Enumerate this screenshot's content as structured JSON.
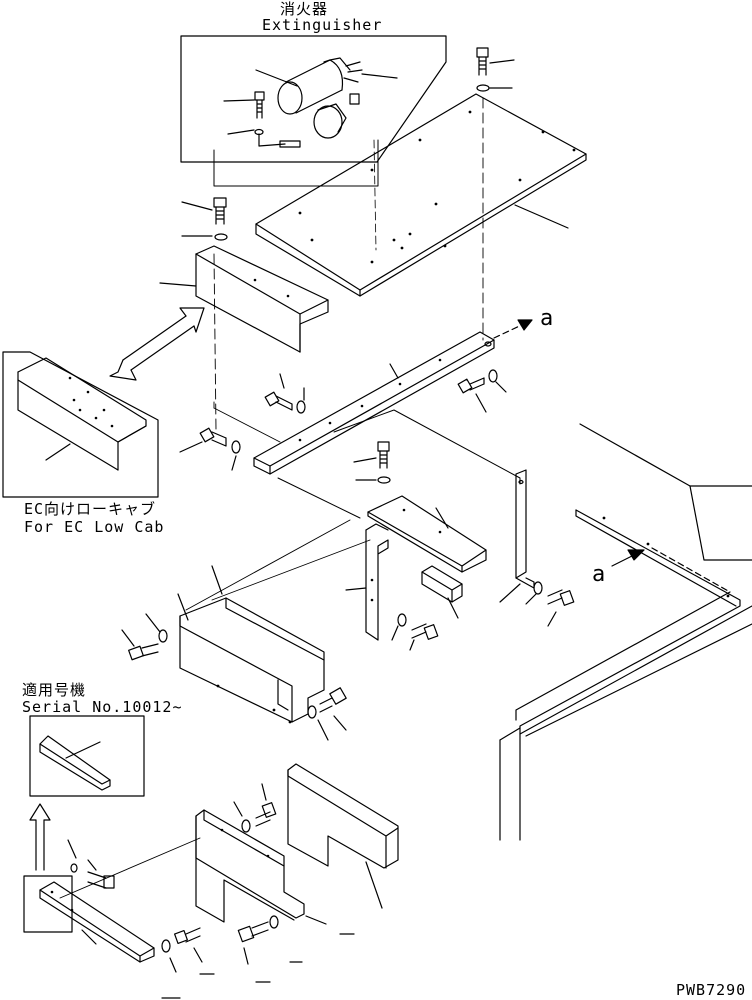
{
  "extinguisher": {
    "label_ja": "消火器",
    "label_en": "Extinguisher"
  },
  "ec_low_cab": {
    "label_ja": "EC向けローキャブ",
    "label_en": "For EC Low Cab"
  },
  "serial": {
    "label_ja": "適用号機",
    "label_en": "Serial No.10012~"
  },
  "view_arrow": {
    "letter": "a"
  },
  "drawing_code": "PWB7290"
}
